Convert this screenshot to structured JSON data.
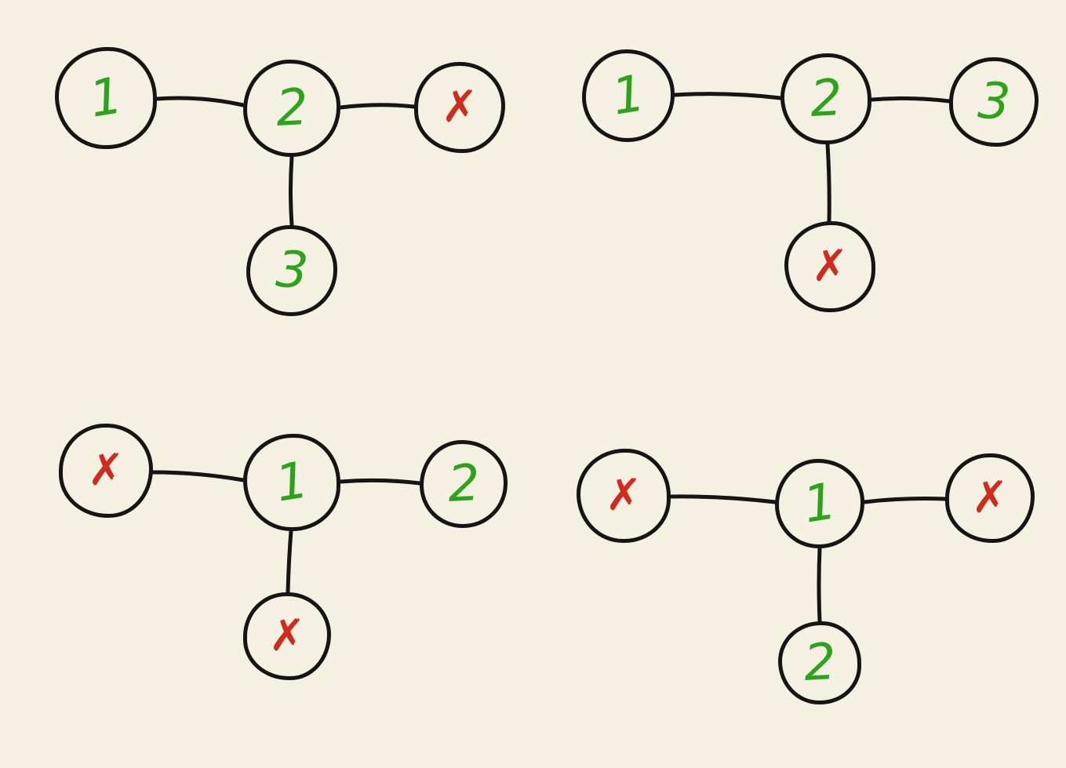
{
  "colors": {
    "background": "#f4f1e2",
    "stroke": "#151515",
    "green": "#2da31c",
    "red": "#cf2b1e"
  },
  "graphs": [
    {
      "name": "top-left",
      "nodes": [
        {
          "label": "1",
          "color": "green"
        },
        {
          "label": "2",
          "color": "green"
        },
        {
          "label": "✗",
          "color": "red"
        },
        {
          "label": "3",
          "color": "green"
        }
      ],
      "edges": [
        [
          0,
          1
        ],
        [
          1,
          2
        ],
        [
          1,
          3
        ]
      ]
    },
    {
      "name": "top-right",
      "nodes": [
        {
          "label": "1",
          "color": "green"
        },
        {
          "label": "2",
          "color": "green"
        },
        {
          "label": "3",
          "color": "green"
        },
        {
          "label": "✗",
          "color": "red"
        }
      ],
      "edges": [
        [
          0,
          1
        ],
        [
          1,
          2
        ],
        [
          1,
          3
        ]
      ]
    },
    {
      "name": "bottom-left",
      "nodes": [
        {
          "label": "✗",
          "color": "red"
        },
        {
          "label": "1",
          "color": "green"
        },
        {
          "label": "2",
          "color": "green"
        },
        {
          "label": "✗",
          "color": "red"
        }
      ],
      "edges": [
        [
          0,
          1
        ],
        [
          1,
          2
        ],
        [
          1,
          3
        ]
      ]
    },
    {
      "name": "bottom-right",
      "nodes": [
        {
          "label": "✗",
          "color": "red"
        },
        {
          "label": "1",
          "color": "green"
        },
        {
          "label": "✗",
          "color": "red"
        },
        {
          "label": "2",
          "color": "green"
        }
      ],
      "edges": [
        [
          0,
          1
        ],
        [
          1,
          2
        ],
        [
          1,
          3
        ]
      ]
    }
  ]
}
